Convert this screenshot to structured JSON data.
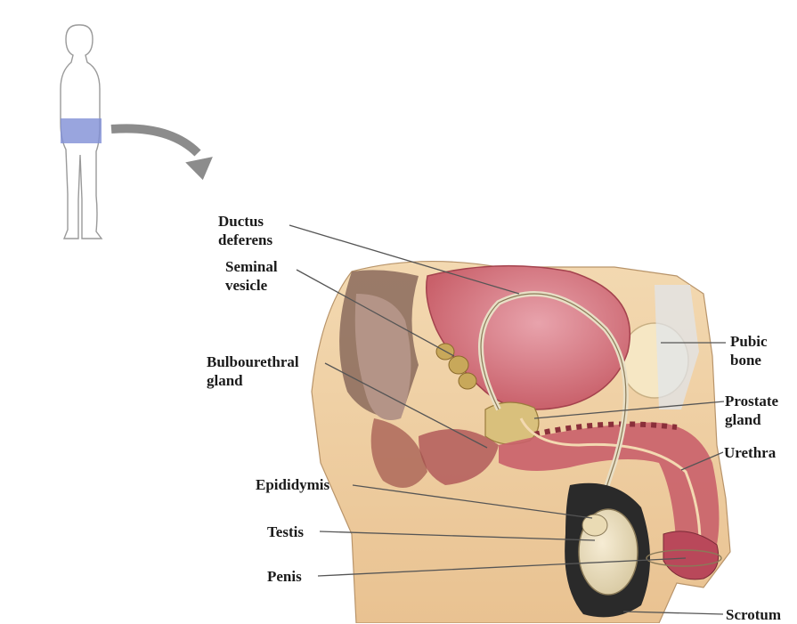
{
  "figure": {
    "labels": {
      "ductus_deferens": [
        "Ductus",
        "deferens"
      ],
      "seminal_vesicle": [
        "Seminal",
        "vesicle"
      ],
      "bulbourethral_gland": [
        "Bulbourethral",
        "gland"
      ],
      "epididymis": "Epididymis",
      "testis": "Testis",
      "penis": "Penis",
      "pubic_bone": [
        "Pubic",
        "bone"
      ],
      "prostate_gland": [
        "Prostate",
        "gland"
      ],
      "urethra": "Urethra",
      "scrotum": "Scrotum"
    },
    "colors": {
      "bladder": "#d97f8a",
      "skin": "#f2d2a4",
      "muscle": "#c9606a",
      "highlight_box": "#7f8fd6",
      "arrow": "#8c8c8c",
      "leader_line": "#555555"
    }
  }
}
